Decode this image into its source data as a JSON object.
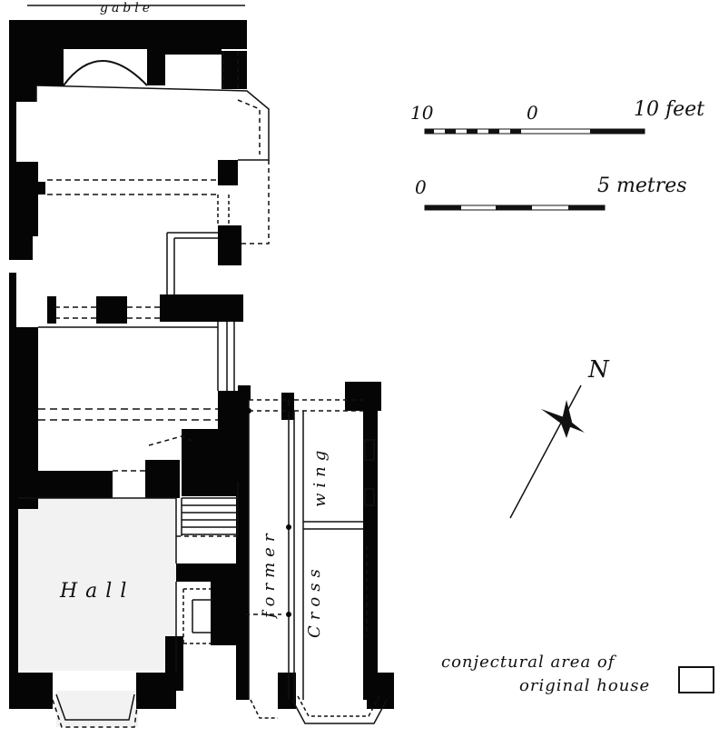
{
  "labels": {
    "gable": "gable",
    "hall": "Hall",
    "former": "former",
    "wing": "wing",
    "cross": "Cross"
  },
  "scale": {
    "feet_left": "10",
    "feet_mid": "0",
    "feet_right": "10 feet",
    "metres_left": "0",
    "metres_right": "5 metres"
  },
  "north_arrow": {
    "label": "N"
  },
  "key": {
    "line1": "conjectural area of",
    "line2": "original house"
  },
  "colors": {
    "wall": "#050505",
    "shade": "#f2f2f2",
    "line": "#111111",
    "paper": "#ffffff"
  }
}
